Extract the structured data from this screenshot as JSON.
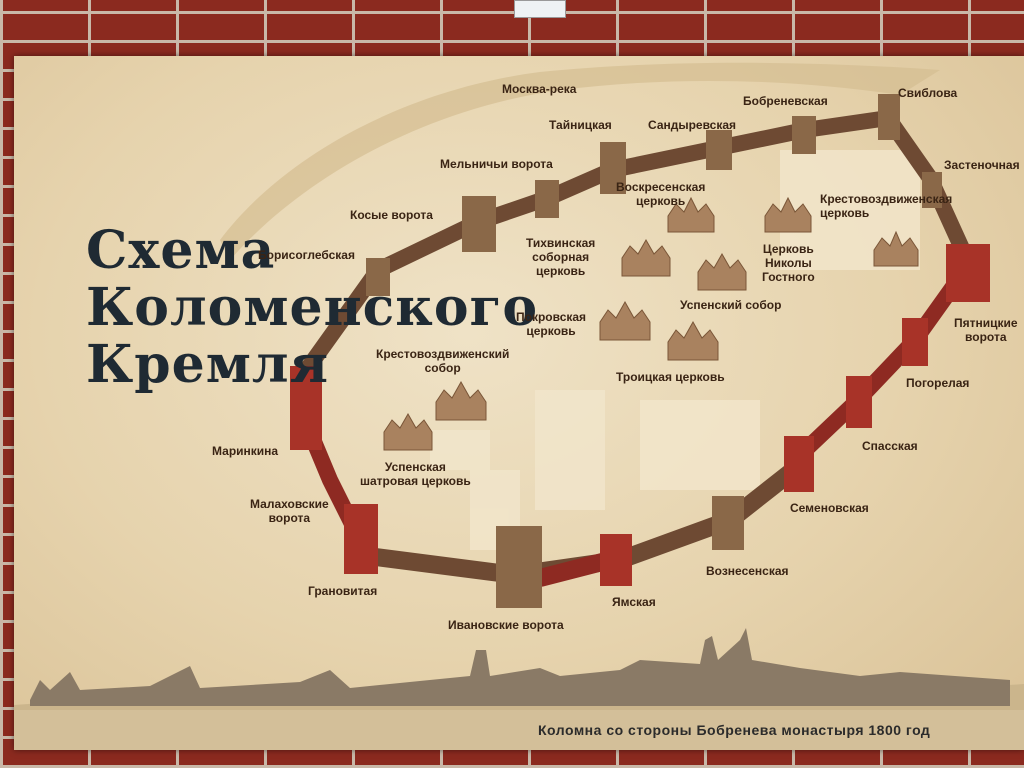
{
  "title": "Схема\nКоломенского\nКремля",
  "caption": "Коломна со стороны Бобренева монастыря 1800 год",
  "colors": {
    "wall_brown": "#6e4a33",
    "wall_red": "#8e2a22",
    "paper": "#e9d9b8",
    "text": "#3a2414"
  },
  "labels": {
    "river": "Москва-река",
    "svibolova": "Свиблова",
    "bobrenevskaya": "Бобреневская",
    "sandyrevskaya": "Сандыревская",
    "taynitskaya": "Тайницкая",
    "melnichi": "Мельничьи ворота",
    "kosye": "Косые ворота",
    "borisoglebskaya": "Борисоглебская",
    "zastenochnaya": "Застеночная",
    "voskresenskaya": "Воскресенская\nцерковь",
    "krestovozdv_church": "Крестовоздвиженская\nцерковь",
    "tikhvinskaya": "Тихвинская\nсоборная\nцерковь",
    "nikoly": "Церковь\nНиколы\nГостного",
    "uspensky": "Успенский собор",
    "pokrovskaya": "Покровская\nцерковь",
    "krestovozdv_sobor": "Крестовоздвиженский\nсобор",
    "troitskaya": "Троицкая церковь",
    "pyatnitskie": "Пятницкие\nворота",
    "pogorelaya": "Погорелая",
    "spasskaya": "Спасская",
    "marinkina": "Маринкина",
    "uspenskaya_shatr": "Успенская\nшатровая церковь",
    "malakhovskie": "Малаховские\nворота",
    "semenovskaya": "Семеновская",
    "granovitaya": "Грановитая",
    "voznesenskaya": "Вознесенская",
    "yamskaya": "Ямская",
    "ivanovskie": "Ивановские ворота"
  }
}
